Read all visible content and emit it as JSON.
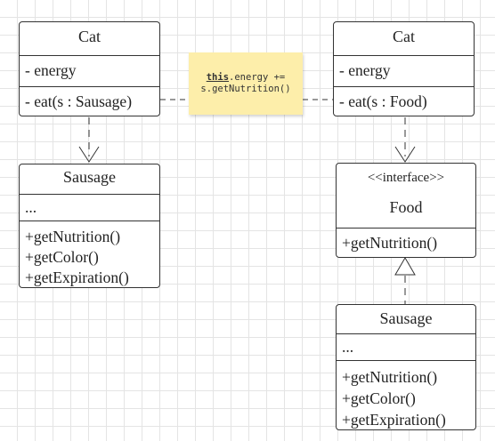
{
  "left": {
    "cat": {
      "name": "Cat",
      "attribute": "- energy",
      "method": "- eat(s : Sausage)"
    },
    "sausage": {
      "name": "Sausage",
      "attribute": "...",
      "methods": [
        "+getNutrition()",
        "+getColor()",
        "+getExpiration()"
      ]
    }
  },
  "note": {
    "keyword": "this",
    "line1_rest": ".energy +=",
    "line2": "s.getNutrition()"
  },
  "right": {
    "cat": {
      "name": "Cat",
      "attribute": "- energy",
      "method": "- eat(s : Food)"
    },
    "food": {
      "stereotype": "<<interface>>",
      "name": "Food",
      "method": "+getNutrition()"
    },
    "sausage": {
      "name": "Sausage",
      "attribute": "...",
      "methods": [
        "+getNutrition()",
        "+getColor()",
        "+getExpiration()"
      ]
    }
  },
  "colors": {
    "note_background": "#fdeeaa",
    "line": "#333333",
    "grid": "#e4e4e4"
  }
}
